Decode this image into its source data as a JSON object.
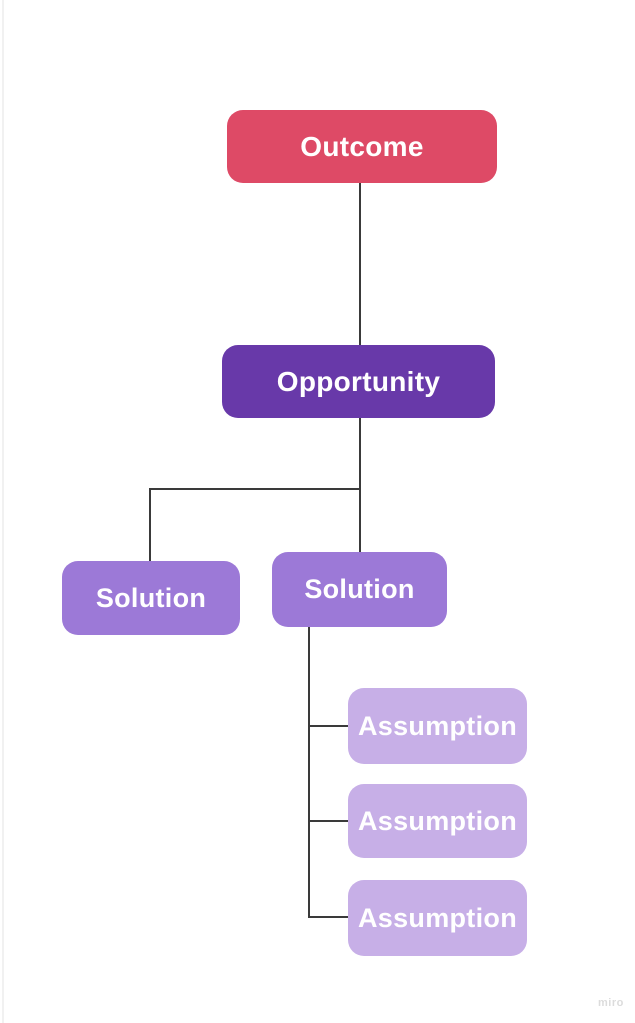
{
  "canvas": {
    "background": "#ffffff"
  },
  "tree": {
    "connector_color": "#3a3a3a",
    "outcome": {
      "label": "Outcome",
      "color": "#de4a66",
      "text_color": "#ffffff"
    },
    "opportunity": {
      "label": "Opportunity",
      "color": "#6839a9",
      "text_color": "#ffffff"
    },
    "solution_left": {
      "label": "Solution",
      "color": "#9c79d7",
      "text_color": "#ffffff"
    },
    "solution_right": {
      "label": "Solution",
      "color": "#9c79d7",
      "text_color": "#ffffff"
    },
    "assumption_1": {
      "label": "Assumption",
      "color": "#c7afe7",
      "text_color": "#ffffff"
    },
    "assumption_2": {
      "label": "Assumption",
      "color": "#c7afe7",
      "text_color": "#ffffff"
    },
    "assumption_3": {
      "label": "Assumption",
      "color": "#c7afe7",
      "text_color": "#ffffff"
    }
  },
  "watermark": {
    "label": "miro",
    "color": "#dcdcdc"
  }
}
